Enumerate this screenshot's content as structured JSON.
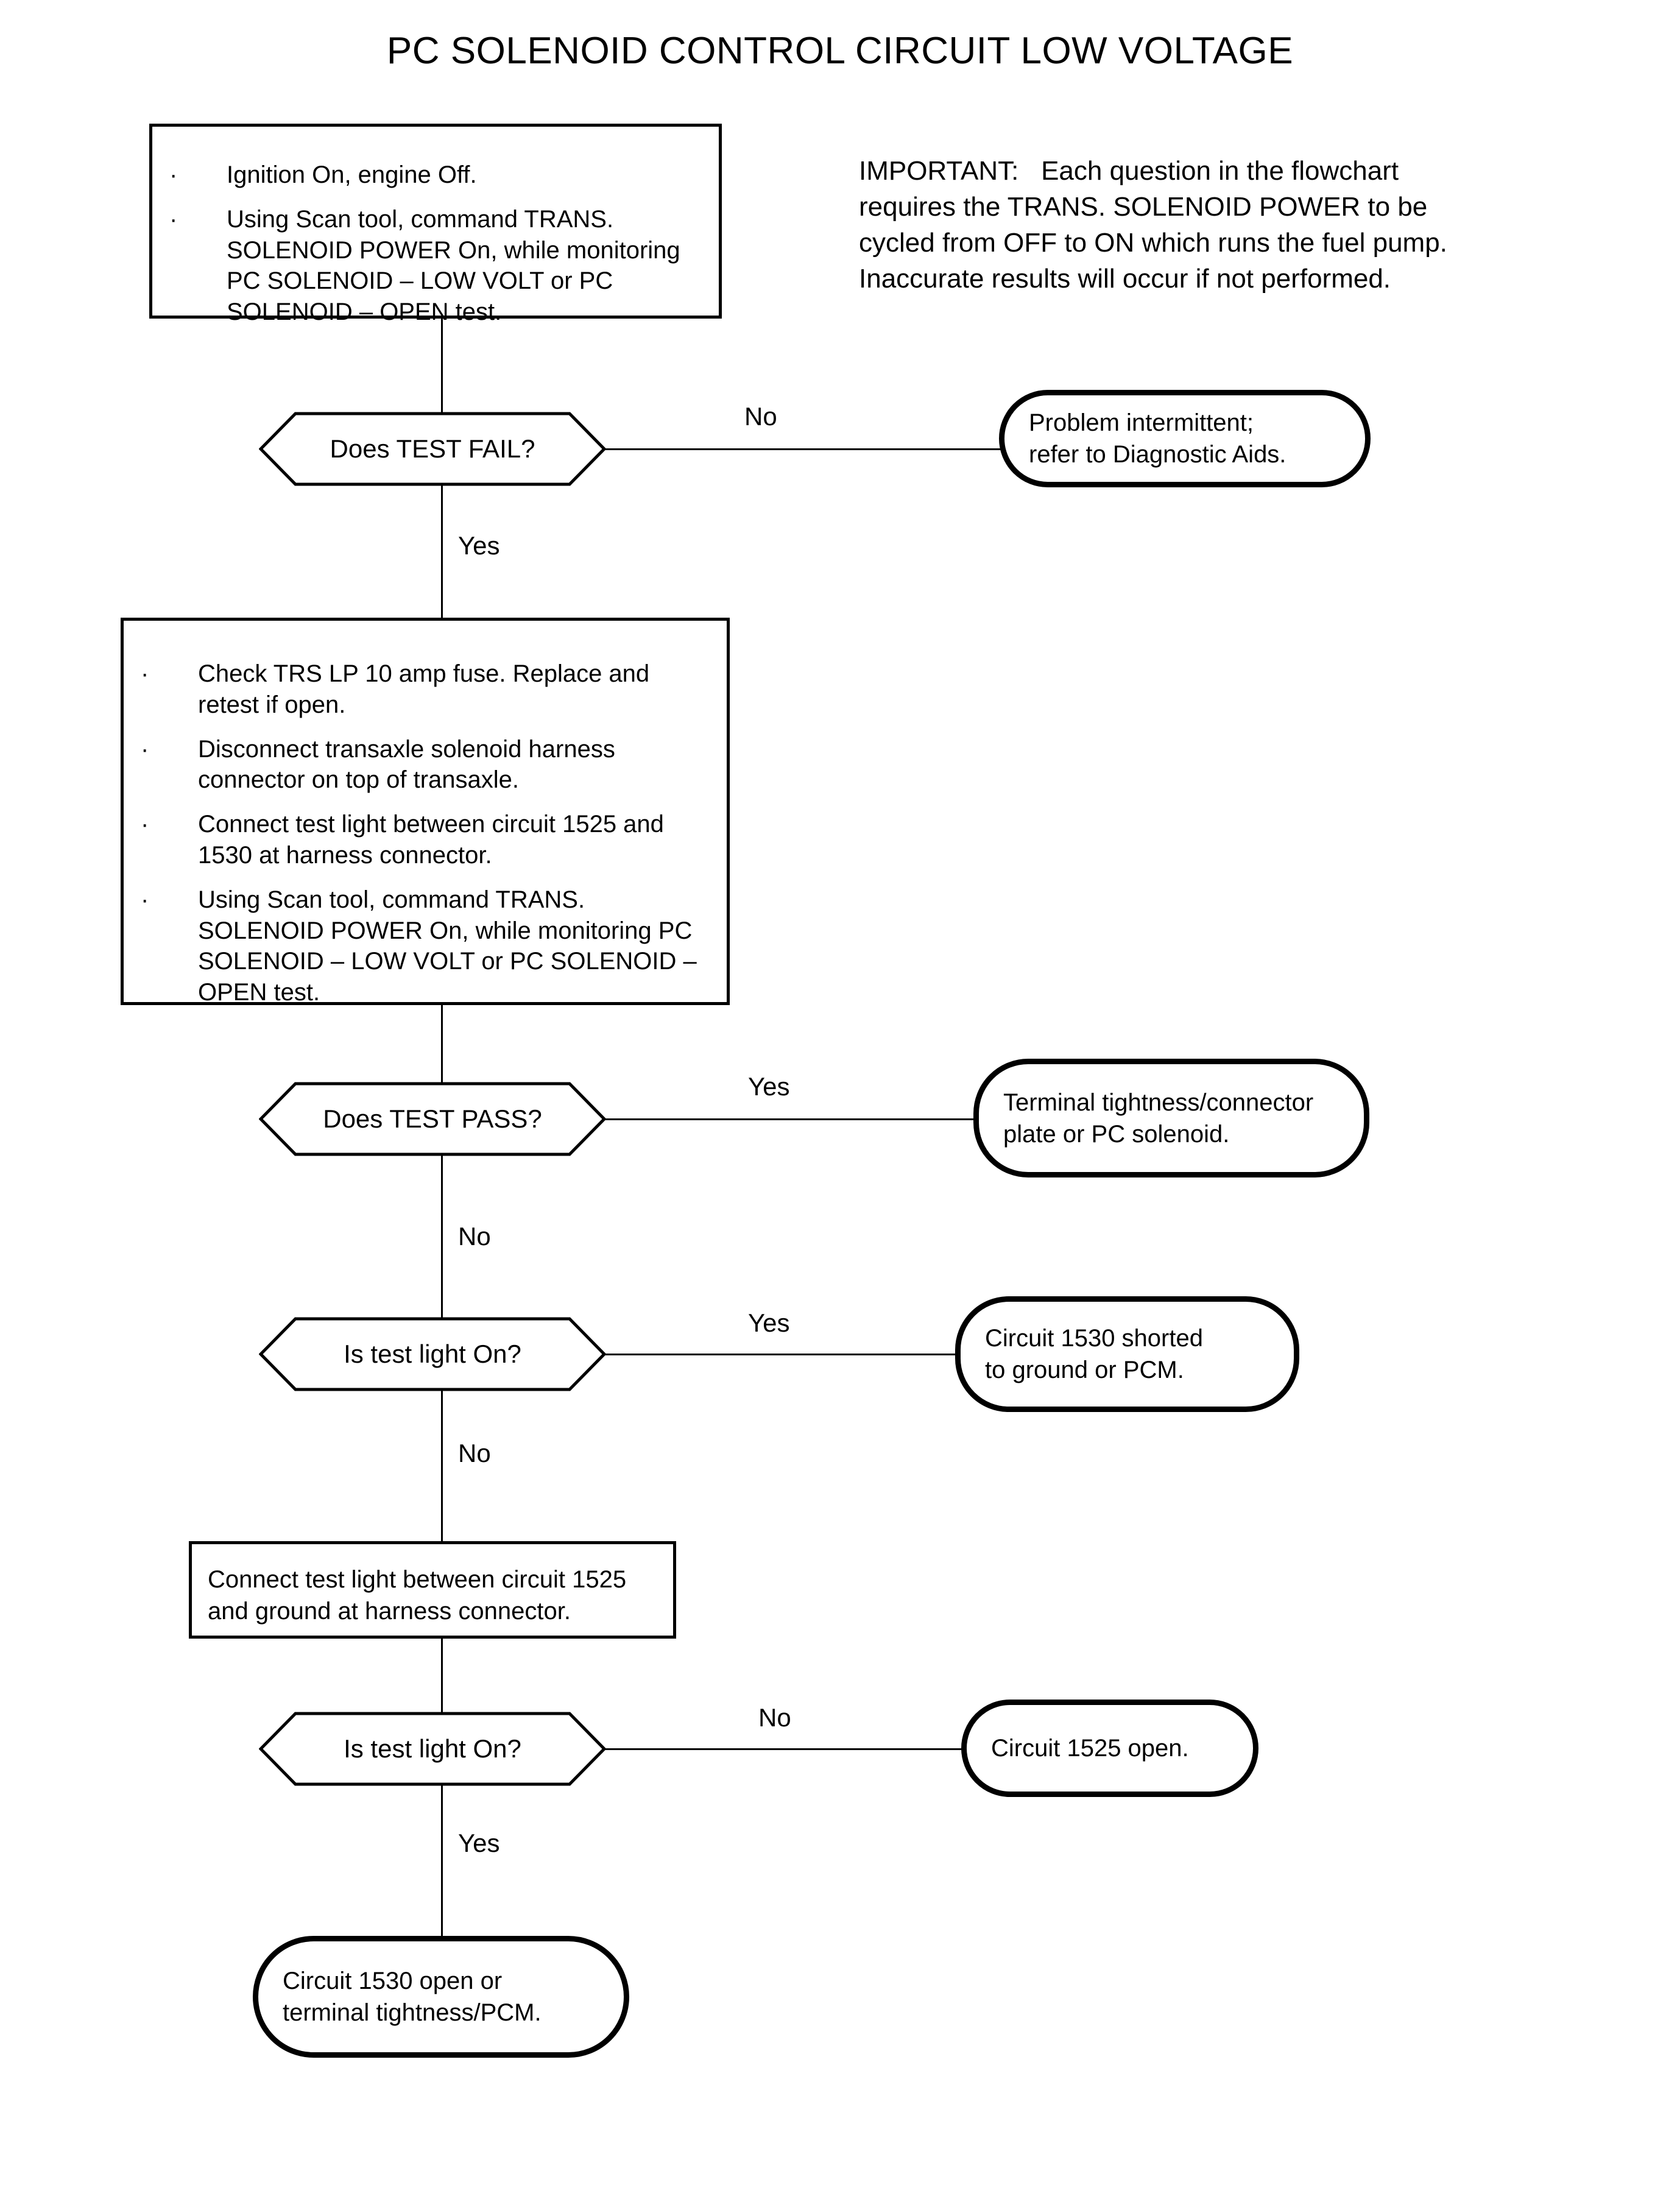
{
  "title": "PC SOLENOID CONTROL CIRCUIT LOW VOLTAGE",
  "important_note": {
    "lines": [
      "IMPORTANT:   Each question in the flowchart",
      "requires the TRANS. SOLENOID POWER to be",
      "cycled from OFF to ON which runs the fuel pump.",
      "Inaccurate results will occur if not performed."
    ]
  },
  "colors": {
    "ink": "#000000",
    "paper": "#ffffff"
  },
  "step1": {
    "bullets": [
      "Ignition On, engine Off.",
      "Using Scan tool, command TRANS. SOLENOID POWER On, while monitoring PC SOLENOID – LOW VOLT or PC SOLENOID – OPEN test."
    ],
    "bullet_marker": "·"
  },
  "step2": {
    "bullets": [
      "Check TRS LP 10 amp fuse. Replace and retest if open.",
      "Disconnect transaxle solenoid harness connector on top of transaxle.",
      "Connect test light between circuit 1525 and 1530 at harness connector.",
      "Using Scan tool, command TRANS. SOLENOID POWER On, while monitoring PC SOLENOID – LOW VOLT or PC SOLENOID – OPEN test."
    ],
    "bullet_marker": "·"
  },
  "step3": {
    "text": "Connect test light between circuit 1525 and ground at harness connector."
  },
  "decisions": {
    "d1": "Does TEST FAIL?",
    "d2": "Does TEST PASS?",
    "d3": "Is test light On?",
    "d4": "Is test light On?"
  },
  "edge_labels": {
    "d1_branch": "No",
    "d1_down": "Yes",
    "d2_branch": "Yes",
    "d2_down": "No",
    "d3_branch": "Yes",
    "d3_down": "No",
    "d4_branch": "No",
    "d4_down": "Yes"
  },
  "terminals": {
    "t1": [
      "Problem intermittent;",
      "refer to Diagnostic Aids."
    ],
    "t2": [
      "Terminal tightness/connector",
      "plate or PC solenoid."
    ],
    "t3": [
      "Circuit 1530 shorted",
      "to ground or PCM."
    ],
    "t4": [
      "Circuit 1525 open."
    ],
    "t5": [
      "Circuit 1530 open or",
      "terminal tightness/PCM."
    ]
  }
}
